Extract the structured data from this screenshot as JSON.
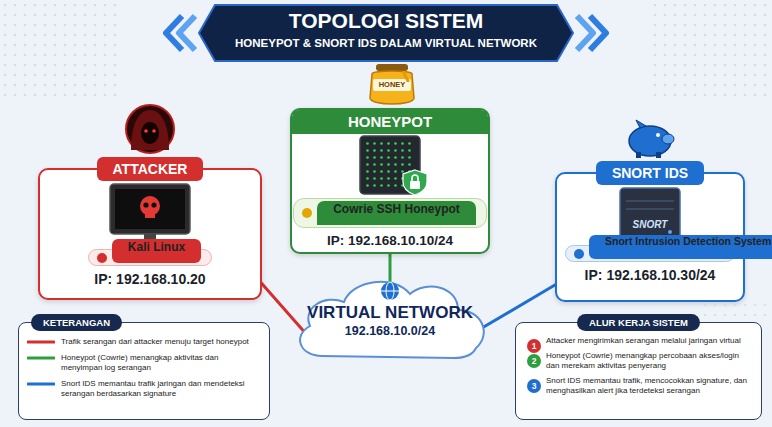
{
  "diagram": {
    "title": "TOPOLOGI SISTEM",
    "nodes": [
      {
        "text": [
          "ATTACKER",
          "IP: 192.168.10.20"
        ]
      },
      {
        "text": [
          "Kali Linux"
        ],
        "in": 0
      },
      {
        "text": [
          "HONEYPOT",
          "IP: 192.168.10.10/24"
        ]
      },
      {
        "text": [
          "Cowrie SSH Honeypot"
        ],
        "in": 2
      },
      {
        "text": [
          "SNORT IDS",
          "IP: 192.168.10.30/24"
        ]
      },
      {
        "text": [
          "Snort Intrusion Detection System"
        ],
        "in": 4
      },
      {
        "text": [
          "VIRTUAL NETWORK",
          "192.168.10.0/24"
        ]
      },
      {
        "text": [
          "KETERANGAN"
        ]
      },
      {
        "text": [
          "ALUR KERJA SISTEM",
          "Attacker mengirimkan serangan melalui jaringan virtual",
          "Honeypot (Cowrie) menangkap percobaan akses/login dan merekam aktivitas penyerang",
          "Snort IDS memantau trafik, mencocokkan signature, dan menghasilkan alert jika terdeteksi serangan"
        ]
      }
    ],
    "edges": [
      {
        "from": 0,
        "to": 6,
        "arrow": "none"
      },
      {
        "from": 2,
        "to": 6,
        "arrow": "none"
      },
      {
        "from": 4,
        "to": 6,
        "arrow": "none"
      }
    ],
    "labels": [
      "HONEYPOT & SNORT IDS DALAM VIRTUAL NETWORK",
      "HONEY",
      "SNORT",
      "1",
      "2",
      "3"
    ],
    "legend": [
      {
        "text": "Trafik serangan dari attacker menuju target honeypot"
      },
      {
        "text": "Honeypot (Cowrie) menangkap aktivitas dan menyimpan log serangan"
      },
      {
        "text": "Snort IDS memantau trafik jaringan dan mendeteksi serangan berdasarkan signature"
      }
    ]
  }
}
